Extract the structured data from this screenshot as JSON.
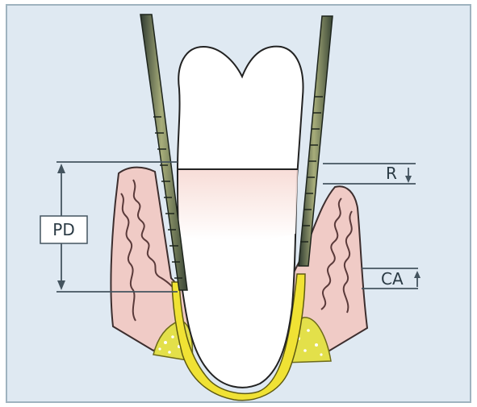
{
  "labels": {
    "pd": "PD",
    "r": "R",
    "ca": "CA"
  },
  "colors": {
    "background": "#dfe9f2",
    "frame": "#8fa6b3",
    "gingiva": "#f0cbc6",
    "gingiva_edge": "#4a3a3a",
    "tooth": "#ffffff",
    "bone_yellow": "#e8e43a",
    "bone_dots": "#ffffff",
    "probe_dark": "#2f3a31",
    "probe_mid": "#8f9a6a",
    "line": "#44545f"
  }
}
